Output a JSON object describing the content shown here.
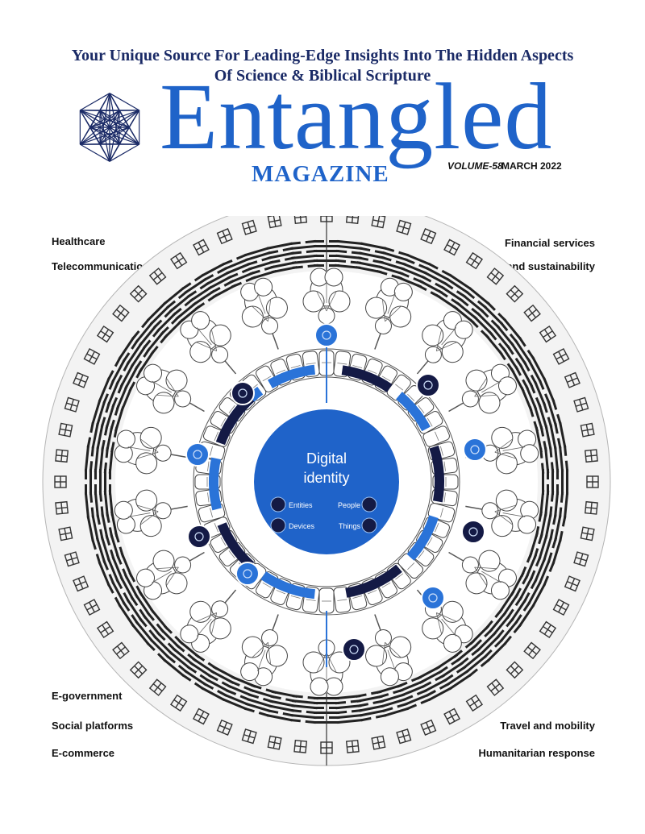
{
  "header": {
    "tagline_line1": "Your Unique Source For Leading-Edge Insights Into The Hidden Aspects",
    "tagline_line2": "Of Science & Biblical Scripture",
    "title": "Entangled",
    "subtitle": "MAGAZINE",
    "volume": "VOLUME-58",
    "date": "MARCH 2022"
  },
  "corners": {
    "top_left_1": "Healthcare",
    "top_left_2": "Telecommunications",
    "top_right_1": "Financial services",
    "top_right_2": "Food and sustainability",
    "bottom_left_1": "E-government",
    "bottom_left_2": "Social platforms",
    "bottom_left_3": "E-commerce",
    "bottom_right_1": "Travel and mobility",
    "bottom_right_2": "Humanitarian response"
  },
  "center": {
    "title_line1": "Digital",
    "title_line2": "identity",
    "items": [
      "Entities",
      "People",
      "Devices",
      "Things"
    ]
  },
  "colors": {
    "brand_blue": "#1f63c9",
    "navy": "#1a2a66",
    "dark_navy": "#141a45",
    "ring_blue": "#2a73d8"
  },
  "icons": [
    "hexagram-network-logo",
    "chip-icon",
    "building-icon",
    "globe-icon",
    "wifi-icon",
    "farm-icon",
    "handshake-icon",
    "atom-icon",
    "bank-icon"
  ]
}
